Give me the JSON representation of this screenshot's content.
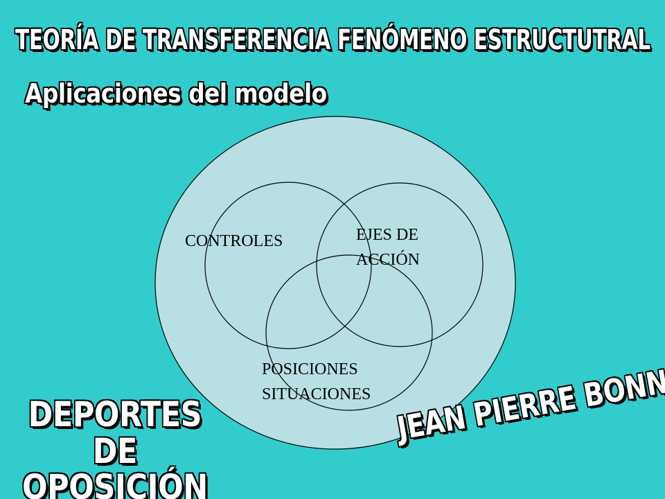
{
  "slide": {
    "title": "TEORÍA DE TRANSFERENCIA FENÓMENO ESTRUCTUTRAL",
    "subtitle": "Aplicaciones del modelo",
    "sports_label": "DEPORTES DE OPOSICIÓN",
    "author": "JEAN PIERRE BONNET"
  },
  "diagram": {
    "circle_a": {
      "lines": [
        "CONTROLES"
      ]
    },
    "circle_b": {
      "lines": [
        "EJES DE",
        "ACCIÓN"
      ]
    },
    "circle_c": {
      "lines": [
        "POSICIONES",
        "SITUACIONES"
      ]
    }
  },
  "colors": {
    "background": "#33CCCC",
    "outer_circle_fill": "#B8E0E4",
    "title_fill": "#FFFFFF",
    "outline": "#000000"
  }
}
